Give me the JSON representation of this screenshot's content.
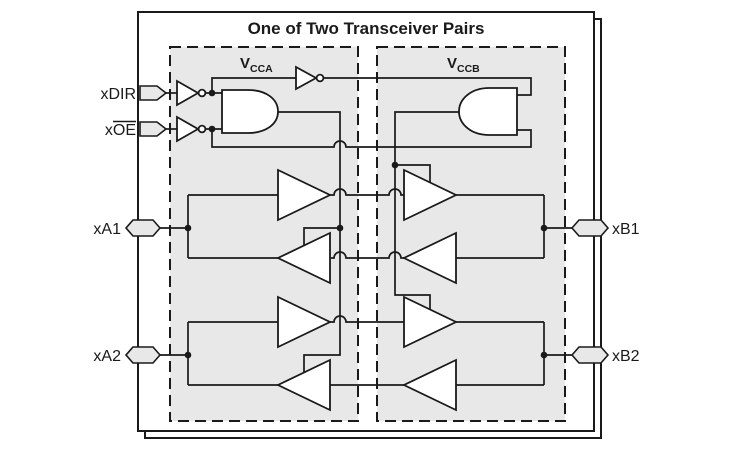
{
  "title": "One of Two Transceiver Pairs",
  "supply_labels": {
    "vcca": {
      "main": "V",
      "sub": "CCA"
    },
    "vccb": {
      "main": "V",
      "sub": "CCB"
    }
  },
  "pins": {
    "xdir": {
      "label": "xDIR"
    },
    "xoe": {
      "prefix": "x",
      "overline": "OE"
    },
    "xa1": {
      "label": "xA1"
    },
    "xa2": {
      "label": "xA2"
    },
    "xb1": {
      "label": "xB1"
    },
    "xb2": {
      "label": "xB2"
    }
  },
  "colors": {
    "line": "#1a1a1a",
    "region_fill": "#e8e8e8",
    "background": "#ffffff"
  }
}
